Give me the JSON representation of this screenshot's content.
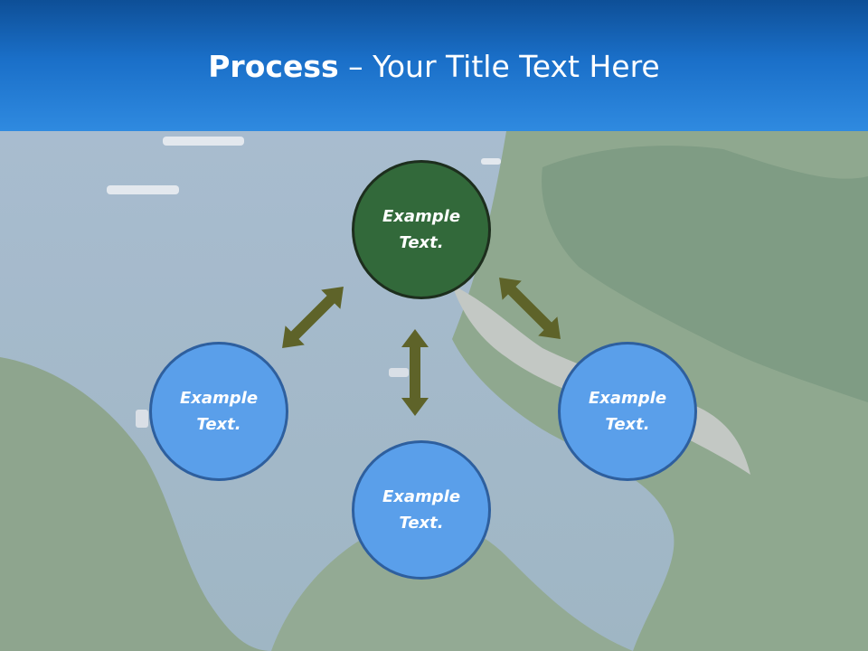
{
  "slide": {
    "title_bold": "Process",
    "title_rest": " – Your Title Text Here"
  },
  "diagram": {
    "nodes": [
      {
        "id": "top",
        "label": "Example\nText.",
        "color": "#32693a"
      },
      {
        "id": "left",
        "label": "Example\nText.",
        "color": "#5a9fea"
      },
      {
        "id": "bottom",
        "label": "Example\nText.",
        "color": "#5a9fea"
      },
      {
        "id": "right",
        "label": "Example\nText.",
        "color": "#5a9fea"
      }
    ],
    "arrow_color": "#5e6329"
  },
  "background": {
    "header_color": "#1a6fc8"
  }
}
